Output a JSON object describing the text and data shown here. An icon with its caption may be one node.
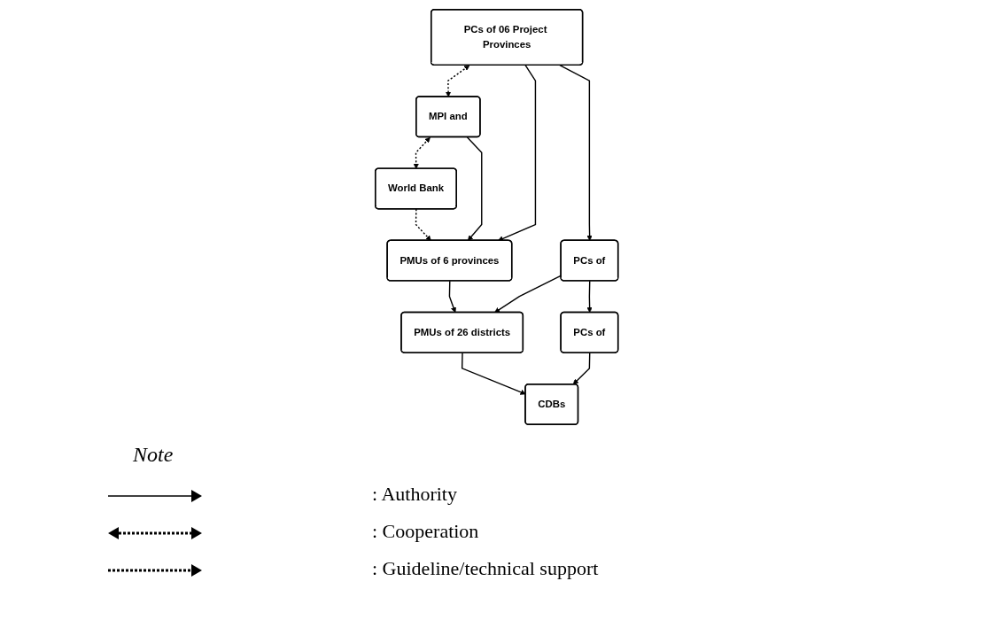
{
  "diagram": {
    "nodes": [
      {
        "text": [
          "PCs of 06 Project Provinces"
        ]
      },
      {
        "text": [
          "MPI and"
        ]
      },
      {
        "text": [
          "World Bank"
        ]
      },
      {
        "text": [
          "PMUs of 6 provinces"
        ]
      },
      {
        "text": [
          "PCs of"
        ]
      },
      {
        "text": [
          "PMUs of 26 districts"
        ]
      },
      {
        "text": [
          "PCs of"
        ]
      },
      {
        "text": [
          "CDBs"
        ]
      }
    ],
    "edges": [
      {
        "from": 0,
        "to": 1,
        "arrow": "both",
        "style": "dashed"
      },
      {
        "from": 1,
        "to": 2,
        "arrow": "both",
        "style": "dashed"
      },
      {
        "from": 1,
        "to": 3,
        "arrow": "to"
      },
      {
        "from": 0,
        "to": 3,
        "arrow": "to"
      },
      {
        "from": 2,
        "to": 3,
        "arrow": "to",
        "style": "dashed"
      },
      {
        "from": 0,
        "to": 4,
        "arrow": "to"
      },
      {
        "from": 3,
        "to": 5,
        "arrow": "to"
      },
      {
        "from": 4,
        "to": 5,
        "arrow": "to"
      },
      {
        "from": 4,
        "to": 6,
        "arrow": "to"
      },
      {
        "from": 5,
        "to": 7,
        "arrow": "to"
      },
      {
        "from": 6,
        "to": 7,
        "arrow": "to"
      }
    ],
    "labels": [
      "Note"
    ],
    "legend": [
      {
        "text": ": Authority"
      },
      {
        "text": ": Cooperation"
      },
      {
        "text": ": Guideline/technical support"
      }
    ]
  }
}
